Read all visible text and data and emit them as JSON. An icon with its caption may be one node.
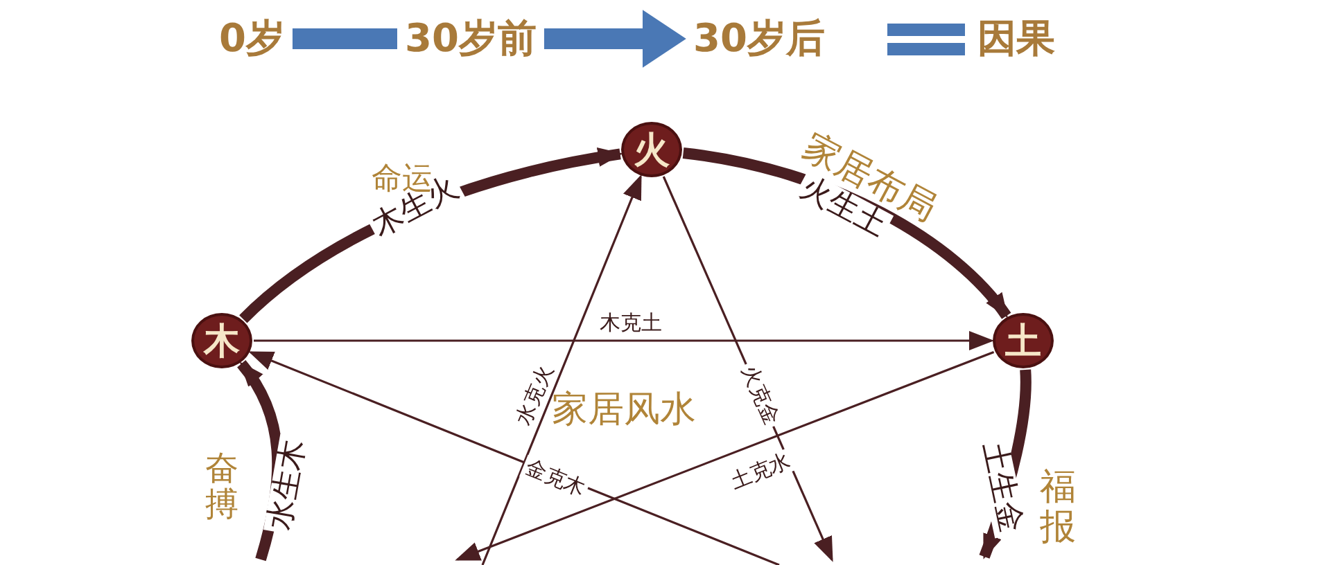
{
  "diagram": {
    "nodes": [
      {
        "text": [
          "0岁"
        ]
      },
      {
        "text": [
          "30岁前"
        ]
      },
      {
        "text": [
          "30岁后"
        ]
      },
      {
        "text": [
          "因果"
        ]
      },
      {
        "text": [
          "火"
        ]
      },
      {
        "text": [
          "木"
        ]
      },
      {
        "text": [
          "土"
        ]
      }
    ],
    "edges": [
      {
        "from": 0,
        "to": 1,
        "arrow": "none",
        "color": "#4a78b5"
      },
      {
        "from": 1,
        "to": 2,
        "arrow": "to",
        "color": "#4a78b5"
      },
      {
        "from": 5,
        "to": 4,
        "arrow": "to",
        "label": "木生火",
        "style": "thick"
      },
      {
        "from": 4,
        "to": 6,
        "arrow": "to",
        "label": "火生土",
        "style": "thick"
      },
      {
        "from": 6,
        "to": null,
        "arrow": "to",
        "label": "土生金",
        "style": "thick"
      },
      {
        "from": null,
        "to": 5,
        "arrow": "to",
        "label": "水生木",
        "style": "thick"
      },
      {
        "from": 5,
        "to": 6,
        "arrow": "to",
        "label": "木克土"
      },
      {
        "from": null,
        "to": 4,
        "arrow": "to",
        "label": "水克火"
      },
      {
        "from": 4,
        "to": null,
        "arrow": "to",
        "label": "火克金"
      },
      {
        "from": null,
        "to": 5,
        "arrow": "to",
        "label": "金克木"
      },
      {
        "from": 6,
        "to": null,
        "arrow": "to",
        "label": "土克水"
      }
    ],
    "labels": [
      "命运",
      "家居布局",
      "家居风水",
      "奋搏",
      "福报"
    ]
  }
}
